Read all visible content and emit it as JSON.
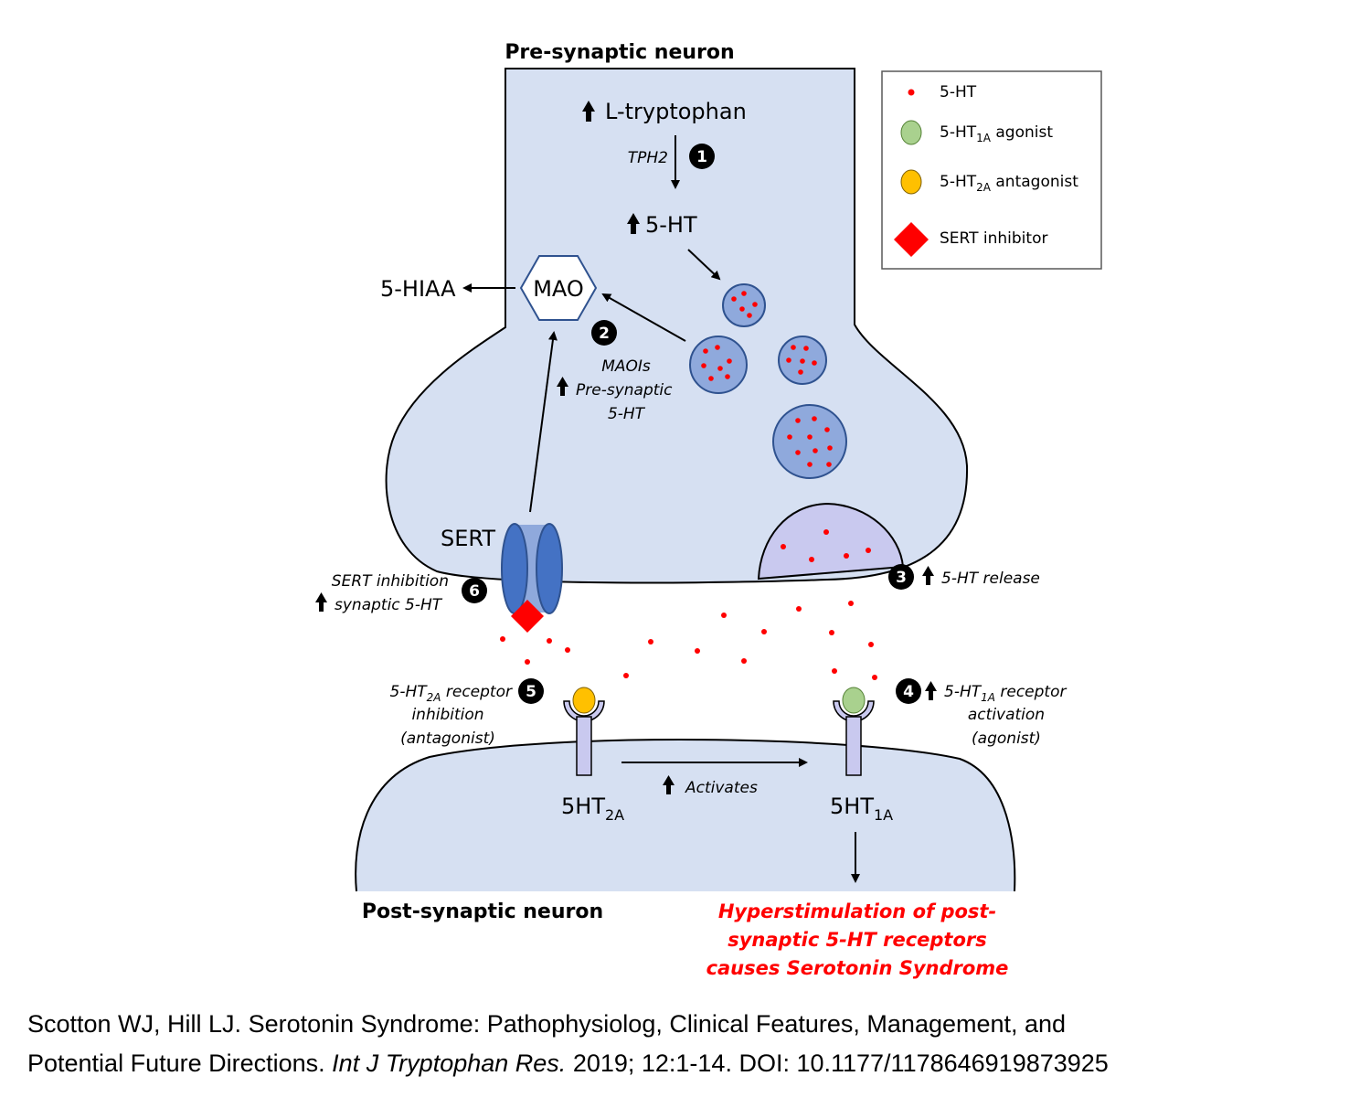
{
  "labels": {
    "pre_neuron": "Pre-synaptic neuron",
    "post_neuron": "Post-synaptic neuron",
    "l_tryptophan": "L-tryptophan",
    "tph2": "TPH2",
    "five_ht": "5-HT",
    "five_hiaa": "5-HIAA",
    "mao": "MAO",
    "maois": "MAOIs",
    "pre_synaptic": "Pre-synaptic",
    "five_ht_italic": "5-HT",
    "sert": "SERT",
    "sert_inhibition": "SERT inhibition",
    "synaptic_5ht": "synaptic 5-HT",
    "ht_release": "5-HT release",
    "r2a_line1_pre": "5-HT",
    "r2a_line1_sub": "2A",
    "r2a_line1_post": "receptor",
    "r2a_line2": "inhibition",
    "r2a_line3": "(antagonist)",
    "r1a_line1_pre": "5-HT",
    "r1a_line1_sub": "1A",
    "r1a_line1_post": "receptor",
    "r1a_line2": "activation",
    "r1a_line3": "(agonist)",
    "activates": "Activates",
    "rec2a_main": "5HT",
    "rec2a_sub": "2A",
    "rec1a_main": "5HT",
    "rec1a_sub": "1A",
    "outcome_1": "Hyperstimulation of post-",
    "outcome_2": "synaptic 5-HT receptors",
    "outcome_3": "causes Serotonin Syndrome"
  },
  "steps": [
    "1",
    "2",
    "3",
    "4",
    "5",
    "6"
  ],
  "legend": {
    "ht": "5-HT",
    "agonist_pre": "5-HT",
    "agonist_sub": "1A",
    "agonist_post": "agonist",
    "antagonist_pre": "5-HT",
    "antagonist_sub": "2A",
    "antagonist_post": "antagonist",
    "sert_inhibitor": "SERT inhibitor"
  },
  "citation": {
    "line1": "Scotton WJ, Hill LJ. Serotonin Syndrome: Pathophysiolog, Clinical Features, Management, and",
    "line2_pre": "Potential Future Directions.",
    "journal": "Int J Tryptophan Res.",
    "line2_post": "2019; 12:1-14. DOI: 10.1177/1178646919873925"
  },
  "colors": {
    "neuron_fill": "#d6e0f2",
    "vesicle_fill": "#8fa9dc",
    "vesicle_stroke": "#2f528f",
    "ht_dot": "#ff0000",
    "sert": "#4472c4",
    "receptor": "#c9c9ef",
    "agonist": "#a9d18e",
    "antagonist": "#ffc000",
    "outcome_text": "#ff0000"
  },
  "icons": {
    "up_arrow": "up-arrow-icon",
    "diamond": "diamond-icon"
  }
}
